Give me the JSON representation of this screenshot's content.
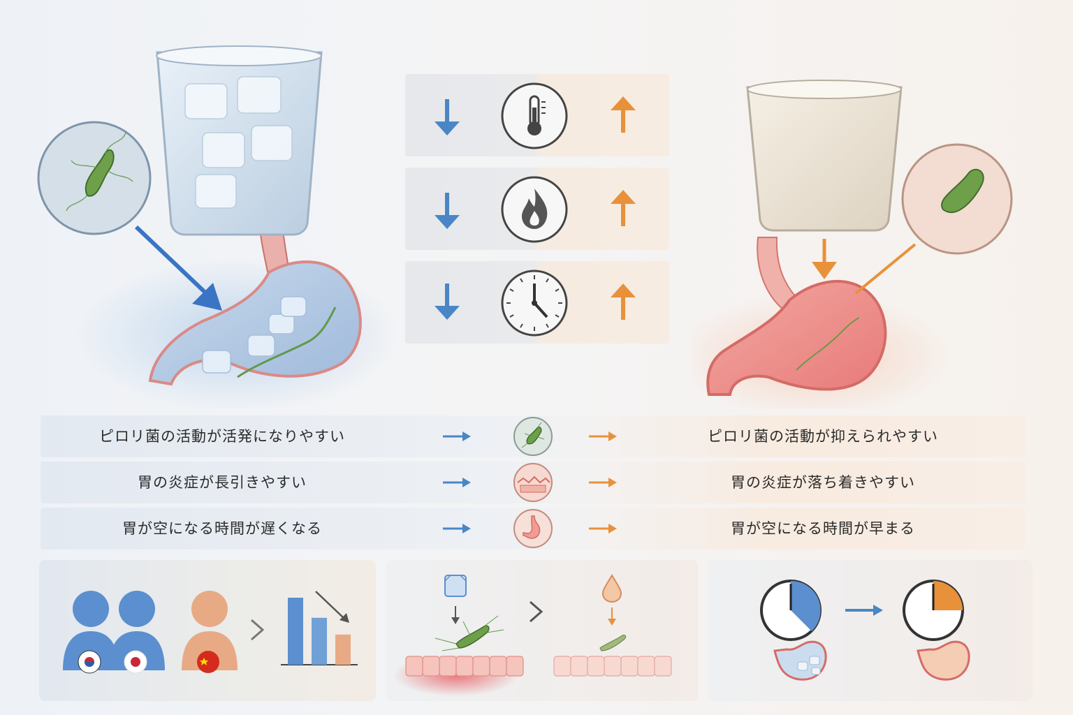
{
  "comparison": {
    "rows": [
      {
        "icon": "thermometer-icon",
        "cold": "down",
        "warm": "up"
      },
      {
        "icon": "flame-icon",
        "cold": "down",
        "warm": "up"
      },
      {
        "icon": "clock-icon",
        "cold": "down",
        "warm": "up"
      }
    ]
  },
  "effects": [
    {
      "cold": "ピロリ菌の活動が活発になりやすい",
      "icon": "bacteria-icon",
      "warm": "ピロリ菌の活動が抑えられやすい"
    },
    {
      "cold": "胃の炎症が長引きやすい",
      "icon": "inflamed-tissue-icon",
      "warm": "胃の炎症が落ち着きやすい"
    },
    {
      "cold": "胃が空になる時間が遅くなる",
      "icon": "stomach-icon",
      "warm": "胃が空になる時間が早まる"
    }
  ],
  "colors": {
    "cold": "#4a86c5",
    "warm": "#e8913a",
    "stomach": "#e77a7a"
  },
  "bottom": {
    "population_flags": [
      "korea-flag",
      "japan-flag",
      "china-flag"
    ],
    "bar_chart_values": [
      1.0,
      0.7,
      0.45
    ]
  }
}
